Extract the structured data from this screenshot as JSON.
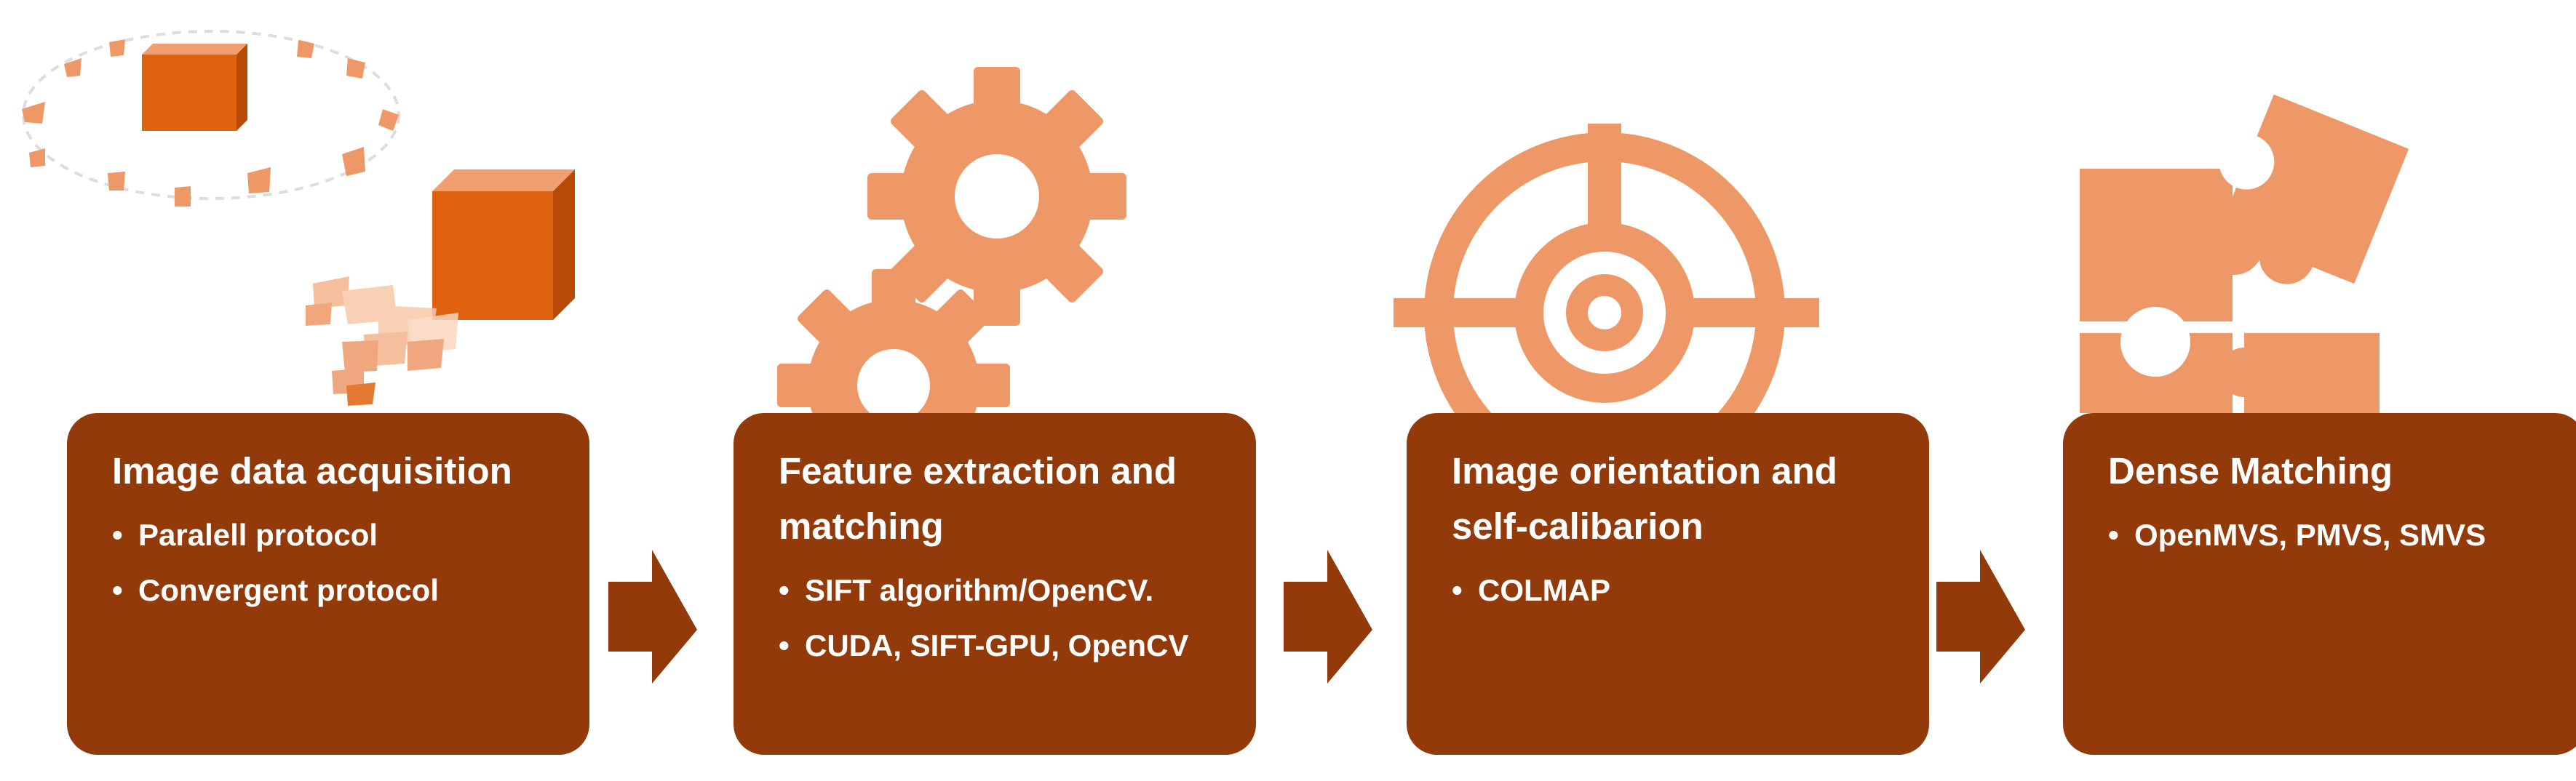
{
  "colors": {
    "box_fill": "#933a0a",
    "arrow_fill": "#933a0a",
    "icon_light": "#ee9868",
    "icon_dark": "#e0620e",
    "text": "#ffffff"
  },
  "steps": [
    {
      "title": "Image data acquisition",
      "bullets": [
        "Paralell protocol",
        "Convergent protocol"
      ],
      "icon": "camera-network-icon"
    },
    {
      "title": "Feature extraction and matching",
      "bullets": [
        "SIFT algorithm/OpenCV.",
        "CUDA, SIFT-GPU, OpenCV"
      ],
      "icon": "gears-icon"
    },
    {
      "title": "Image orientation and self-calibarion",
      "bullets": [
        "COLMAP"
      ],
      "icon": "target-icon"
    },
    {
      "title": "Dense Matching",
      "bullets": [
        "OpenMVS, PMVS, SMVS"
      ],
      "icon": "puzzle-icon"
    }
  ]
}
